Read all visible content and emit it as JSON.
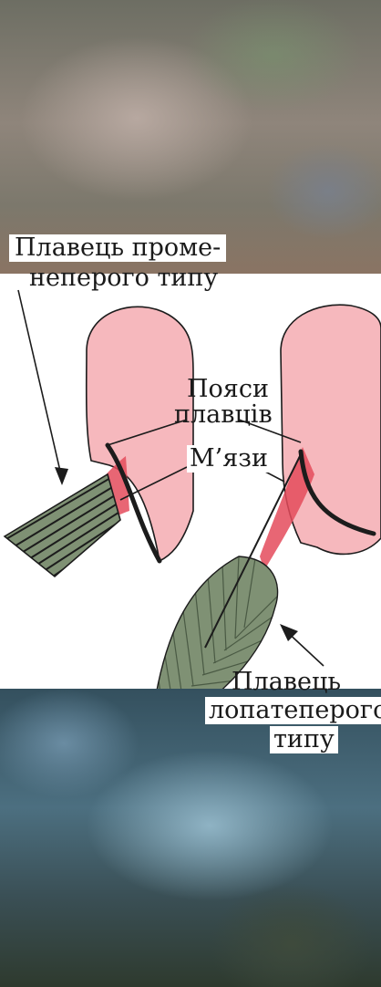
{
  "labels": {
    "ray_fin_line1": "Плавець проме-",
    "ray_fin_line2": "неперого типу",
    "girdles_line1": "Пояси",
    "girdles_line2": "плавців",
    "muscles": "М’язи",
    "lobe_fin_line1": "Плавець",
    "lobe_fin_line2": "лопатеперого",
    "lobe_fin_line3": "типу"
  },
  "colors": {
    "muscle_pink": "#f6b8bd",
    "muscle_red": "#e44b5c",
    "fin_green": "#7f9174",
    "outline": "#1c1c1c"
  }
}
